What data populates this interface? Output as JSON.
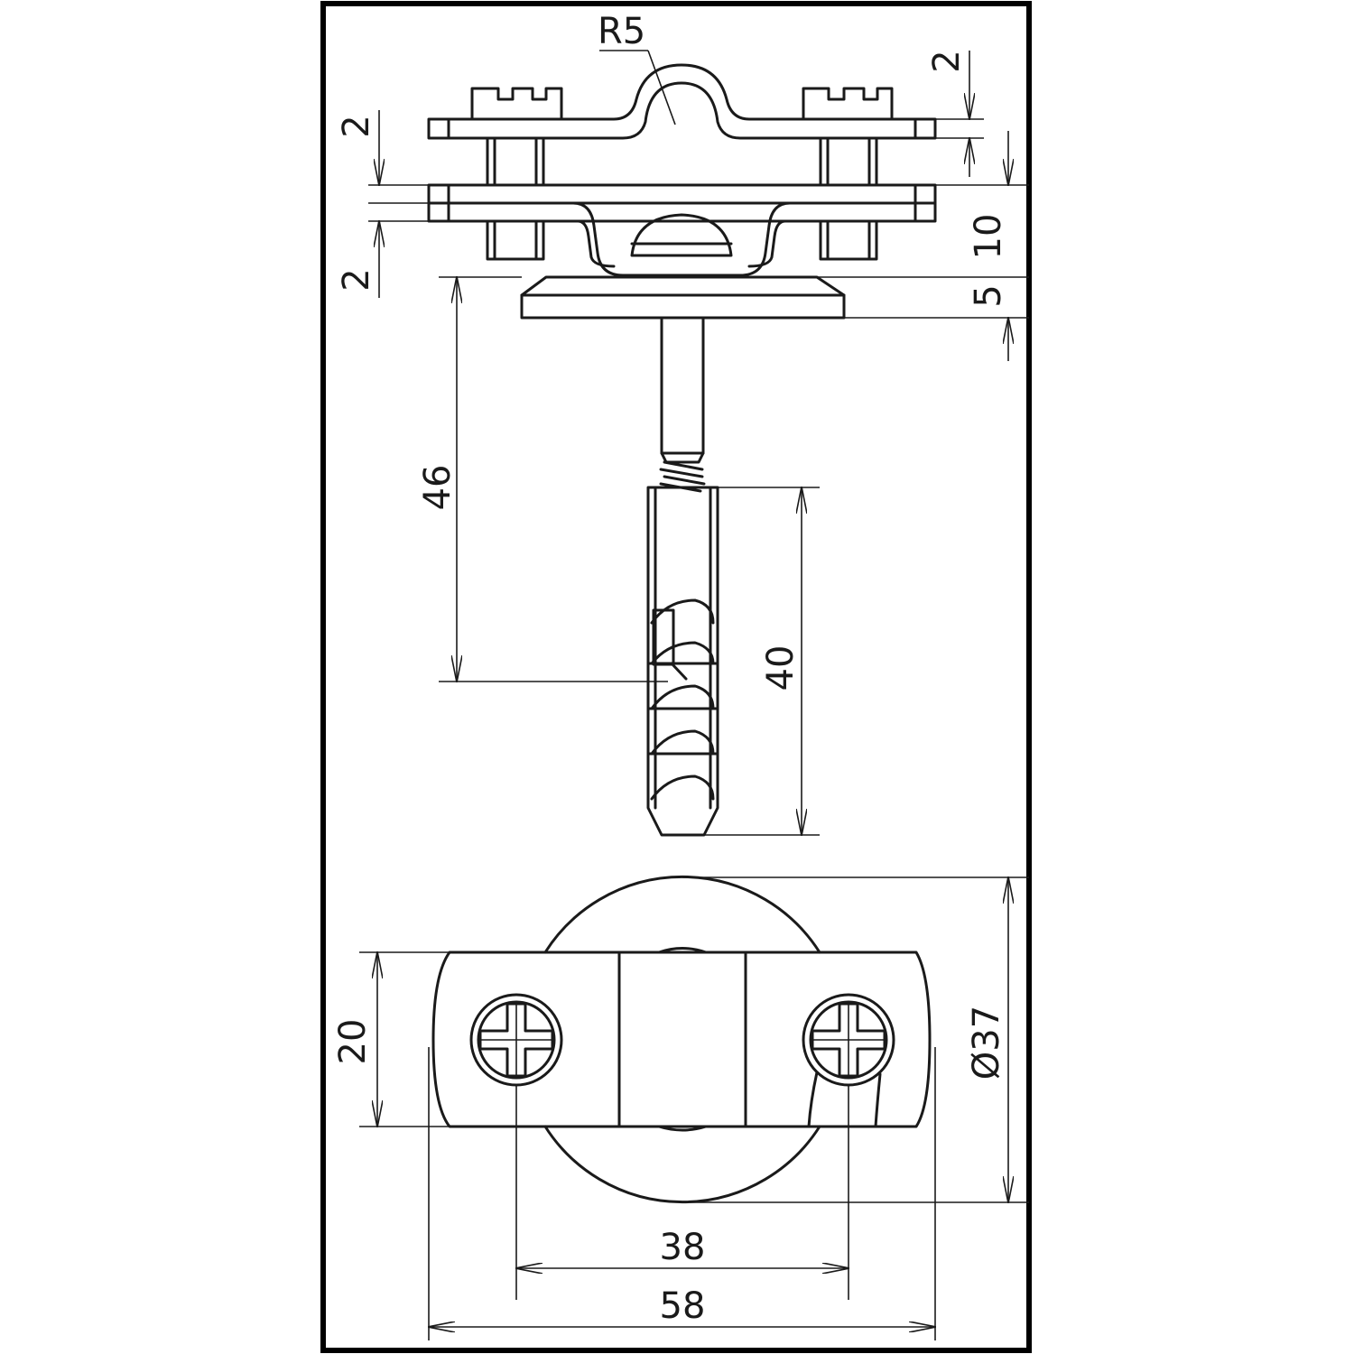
{
  "drawing": {
    "colors": {
      "line": "#1a1a1a",
      "background": "#ffffff",
      "frame": "#000000"
    },
    "side_view": {
      "dimensions": {
        "radius": "R5",
        "top_clamp_thickness": "2",
        "lower_clamp_gap": "2",
        "lower_clamp_bottom": "2",
        "clamp_height": "10",
        "base_thickness": "5",
        "screw_offset": "46",
        "anchor_length": "40"
      }
    },
    "top_view": {
      "dimensions": {
        "clamp_width": "20",
        "base_diameter": "Ø37",
        "screw_spacing": "38",
        "overall_length": "58"
      }
    }
  }
}
